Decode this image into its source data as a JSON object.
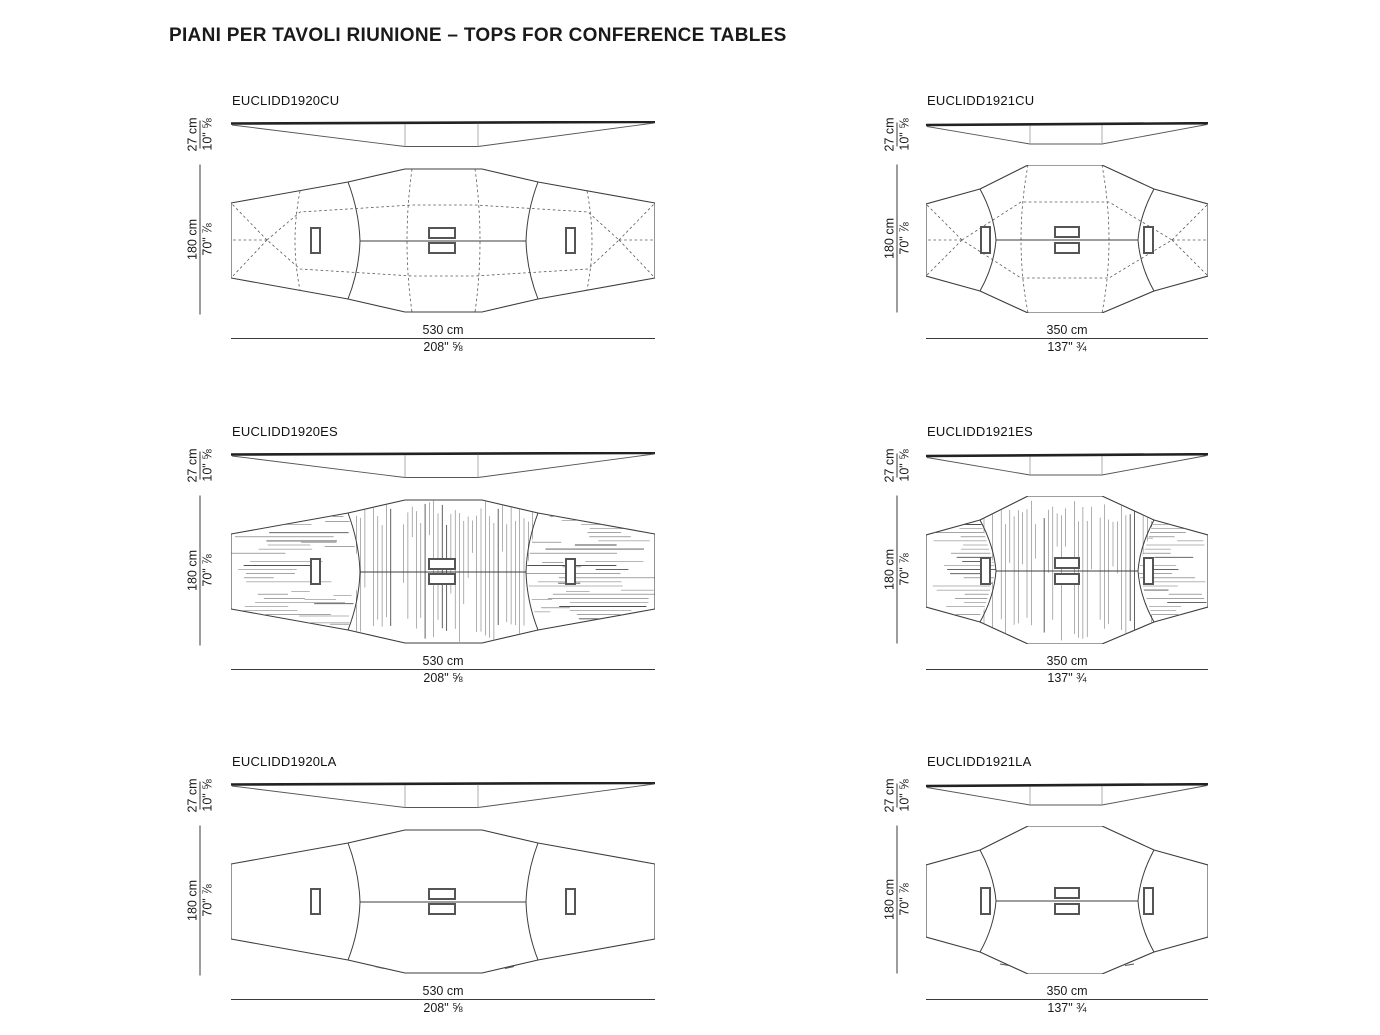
{
  "page": {
    "title": "PIANI PER TAVOLI RIUNIONE – TOPS FOR CONFERENCE TABLES"
  },
  "line_color": "#3c3c3c",
  "stitch_color": "#5a5a5a",
  "grain_color": "#6e6e6e",
  "products": [
    {
      "code": "EUCLIDD1920CU",
      "size": "wide",
      "finish": "CU",
      "height_cm": "27 cm",
      "height_in": "10\" ⅝",
      "depth_cm": "180 cm",
      "depth_in": "70\" ⅞",
      "width_cm": "530 cm",
      "width_in": "208\" ⅝"
    },
    {
      "code": "EUCLIDD1921CU",
      "size": "narrow",
      "finish": "CU",
      "height_cm": "27 cm",
      "height_in": "10\" ⅝",
      "depth_cm": "180 cm",
      "depth_in": "70\" ⅞",
      "width_cm": "350 cm",
      "width_in": "137\" ¾"
    },
    {
      "code": "EUCLIDD1920ES",
      "size": "wide",
      "finish": "ES",
      "height_cm": "27 cm",
      "height_in": "10\" ⅝",
      "depth_cm": "180 cm",
      "depth_in": "70\" ⅞",
      "width_cm": "530 cm",
      "width_in": "208\" ⅝"
    },
    {
      "code": "EUCLIDD1921ES",
      "size": "narrow",
      "finish": "ES",
      "height_cm": "27 cm",
      "height_in": "10\" ⅝",
      "depth_cm": "180 cm",
      "depth_in": "70\" ⅞",
      "width_cm": "350 cm",
      "width_in": "137\" ¾"
    },
    {
      "code": "EUCLIDD1920LA",
      "size": "wide",
      "finish": "LA",
      "height_cm": "27 cm",
      "height_in": "10\" ⅝",
      "depth_cm": "180 cm",
      "depth_in": "70\" ⅞",
      "width_cm": "530 cm",
      "width_in": "208\" ⅝"
    },
    {
      "code": "EUCLIDD1921LA",
      "size": "narrow",
      "finish": "LA",
      "height_cm": "27 cm",
      "height_in": "10\" ⅝",
      "depth_cm": "180 cm",
      "depth_in": "70\" ⅞",
      "width_cm": "350 cm",
      "width_in": "137\" ¾"
    }
  ]
}
